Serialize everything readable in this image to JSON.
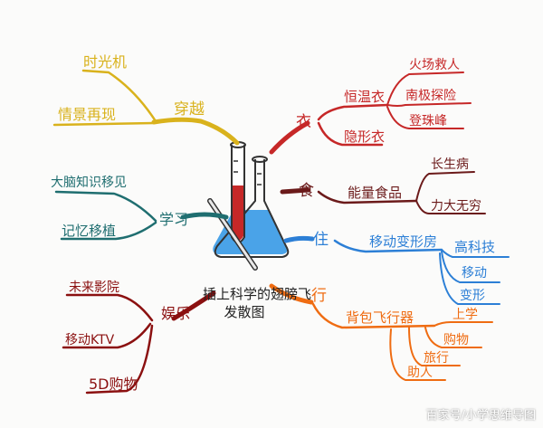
{
  "center_title": {
    "line1": "插上科学的翅膀飞",
    "line2": "发散图"
  },
  "colors": {
    "yellow": "#d9b21c",
    "red": "#c62828",
    "maroon": "#6b1a1a",
    "blue": "#2c7fd6",
    "orange": "#ef6c12",
    "teal": "#1f6e70",
    "darkred": "#8b1010",
    "ink": "#222222"
  },
  "branches": {
    "travel": {
      "label": "穿越",
      "items": [
        "时光机",
        "情景再现"
      ]
    },
    "clothing": {
      "label": "衣",
      "items": [
        {
          "label": "恒温衣",
          "children": [
            "火场救人",
            "南极探险",
            "登珠峰"
          ]
        },
        {
          "label": "隐形衣"
        }
      ]
    },
    "food": {
      "label": "食",
      "items": [
        {
          "label": "能量食品",
          "children": [
            "长生病",
            "力大无穷"
          ]
        }
      ]
    },
    "study": {
      "label": "学习",
      "items": [
        "大脑知识移见",
        "记忆移植"
      ]
    },
    "housing": {
      "label": "住",
      "items": [
        {
          "label": "移动变形房",
          "children": [
            "高科技",
            "移动",
            "变形"
          ]
        }
      ]
    },
    "transport": {
      "label": "行",
      "items": [
        {
          "label": "背包飞行器",
          "children": [
            "上学",
            "购物",
            "旅行",
            "助人"
          ]
        }
      ]
    },
    "fun": {
      "label": "娱乐",
      "items": [
        "未来影院",
        "移动KTV",
        "5D购物"
      ]
    }
  },
  "watermark": "百家号/小学思维导图"
}
